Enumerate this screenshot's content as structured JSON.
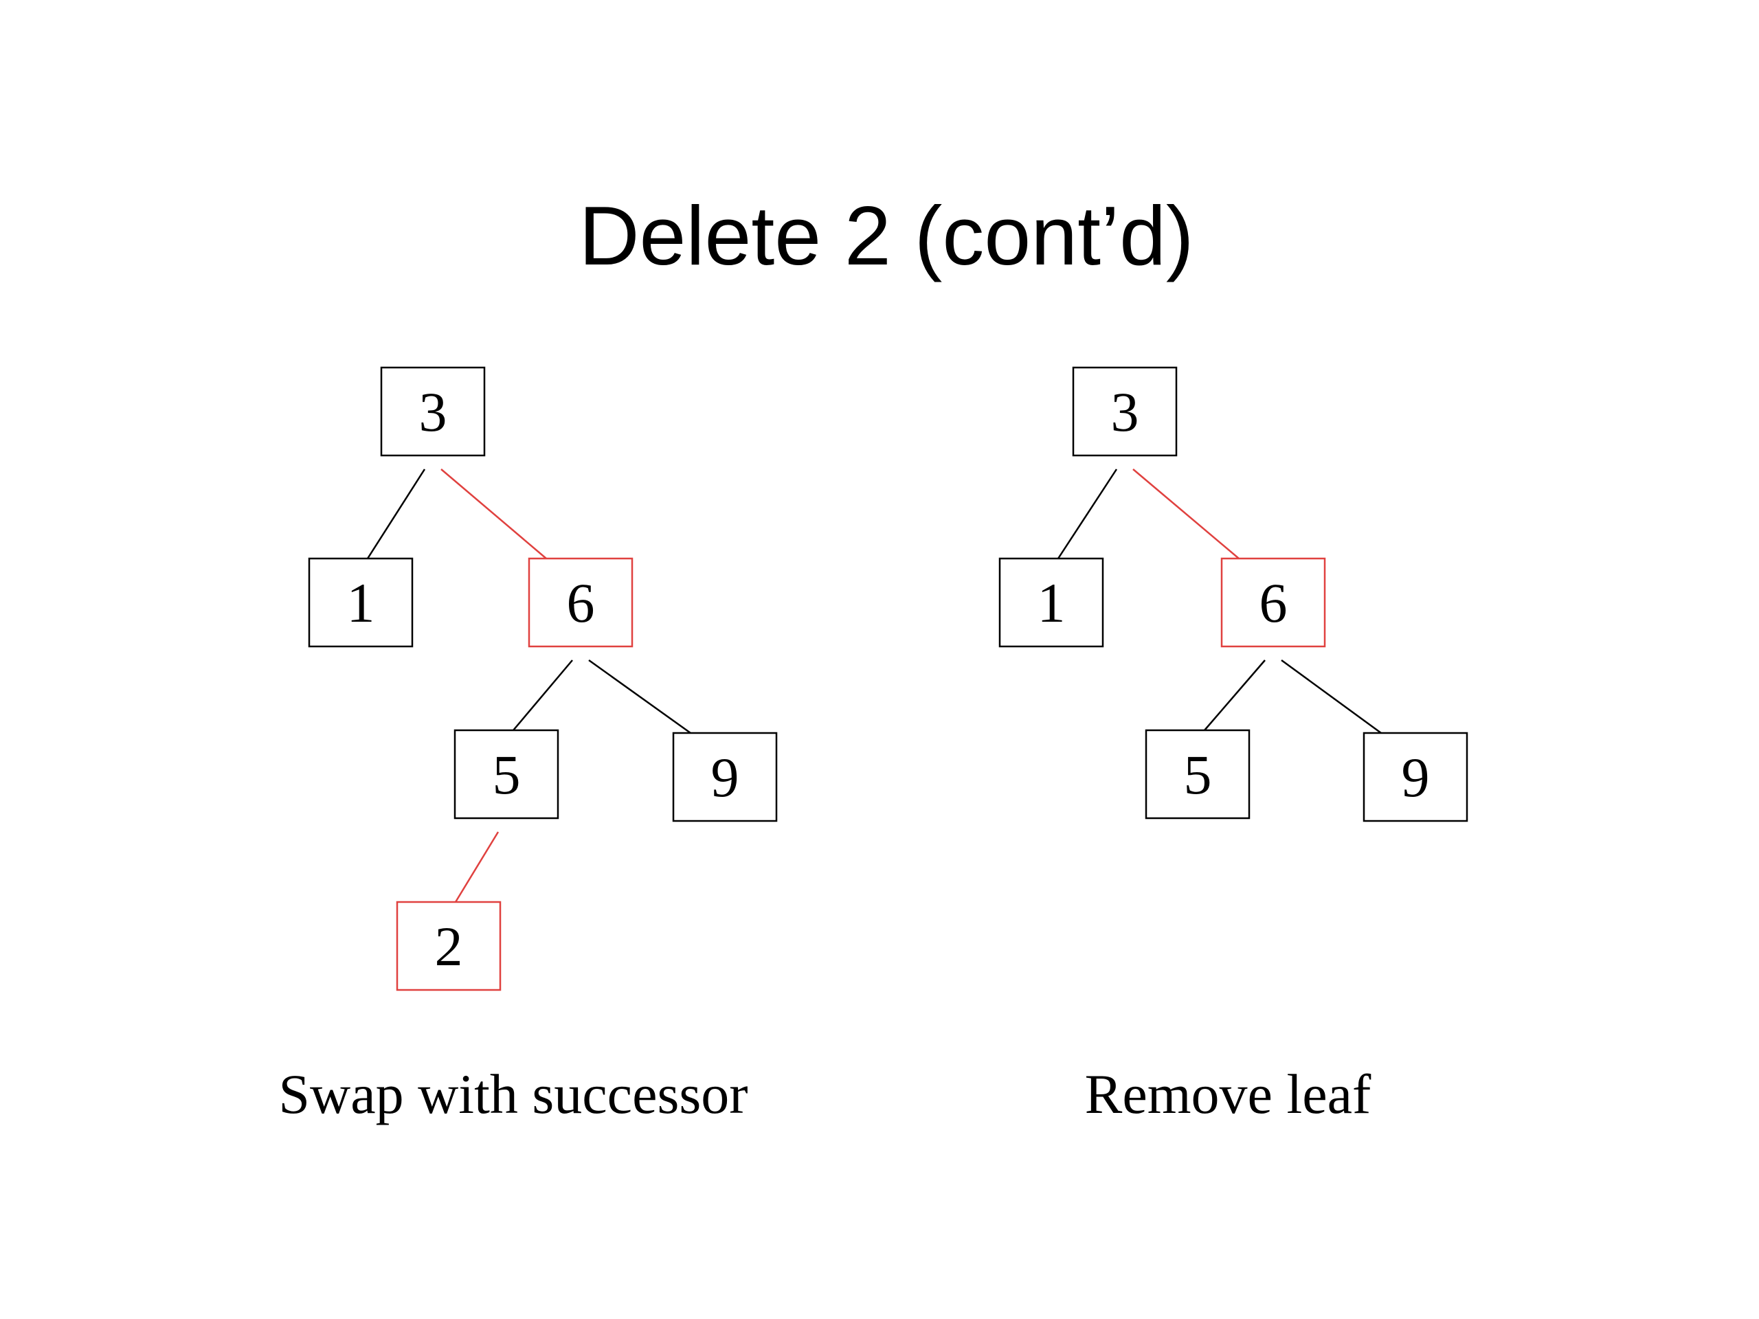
{
  "title": "Delete 2 (cont’d)",
  "colors": {
    "normal": "#000000",
    "highlight": "#e0413f"
  },
  "panels": [
    {
      "id": "left",
      "caption": "Swap with successor",
      "nodes": [
        {
          "id": "n3",
          "label": "3",
          "highlight": false
        },
        {
          "id": "n1",
          "label": "1",
          "highlight": false
        },
        {
          "id": "n6",
          "label": "6",
          "highlight": true
        },
        {
          "id": "n5",
          "label": "5",
          "highlight": false
        },
        {
          "id": "n9",
          "label": "9",
          "highlight": false
        },
        {
          "id": "n2",
          "label": "2",
          "highlight": true
        }
      ],
      "edges": [
        {
          "from": "n3",
          "to": "n1",
          "highlight": false
        },
        {
          "from": "n3",
          "to": "n6",
          "highlight": true
        },
        {
          "from": "n6",
          "to": "n5",
          "highlight": false
        },
        {
          "from": "n6",
          "to": "n9",
          "highlight": false
        },
        {
          "from": "n5",
          "to": "n2",
          "highlight": true
        }
      ]
    },
    {
      "id": "right",
      "caption": "Remove leaf",
      "nodes": [
        {
          "id": "n3",
          "label": "3",
          "highlight": false
        },
        {
          "id": "n1",
          "label": "1",
          "highlight": false
        },
        {
          "id": "n6",
          "label": "6",
          "highlight": true
        },
        {
          "id": "n5",
          "label": "5",
          "highlight": false
        },
        {
          "id": "n9",
          "label": "9",
          "highlight": false
        }
      ],
      "edges": [
        {
          "from": "n3",
          "to": "n1",
          "highlight": false
        },
        {
          "from": "n3",
          "to": "n6",
          "highlight": true
        },
        {
          "from": "n6",
          "to": "n5",
          "highlight": false
        },
        {
          "from": "n6",
          "to": "n9",
          "highlight": false
        }
      ]
    }
  ]
}
